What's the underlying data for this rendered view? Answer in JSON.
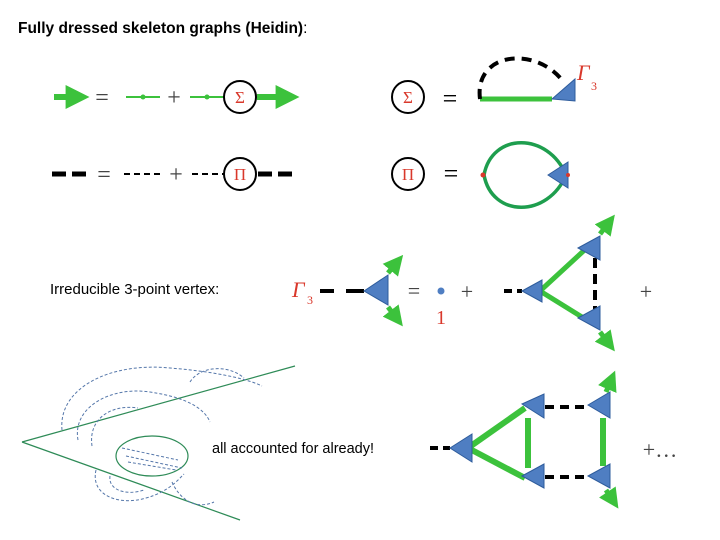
{
  "title": {
    "text": "Fully dressed skeleton graphs (Heidin)",
    "colon": ":"
  },
  "labels": {
    "vertex_heading": "Irreducible 3-point vertex:",
    "accounted": "all accounted for already!"
  },
  "symbols": {
    "equals": "=",
    "plus": "+",
    "sigma": "Σ",
    "pi": "Π",
    "gamma": "Γ",
    "gamma_index": "3",
    "one": "1",
    "ellipsis": "+…"
  },
  "colors": {
    "green": "#3cc23c",
    "dark_green": "#1e9e4e",
    "blue": "#4f7ec2",
    "blue_edge": "#2e5c9c",
    "red": "#d9382b",
    "black": "#000000",
    "sketch_green": "#2e8b57",
    "sketch_blue": "#5577aa"
  },
  "icons": {
    "triangle_vertex": "blue-triangle-vertex-icon",
    "arrow": "green-arrow-icon"
  }
}
